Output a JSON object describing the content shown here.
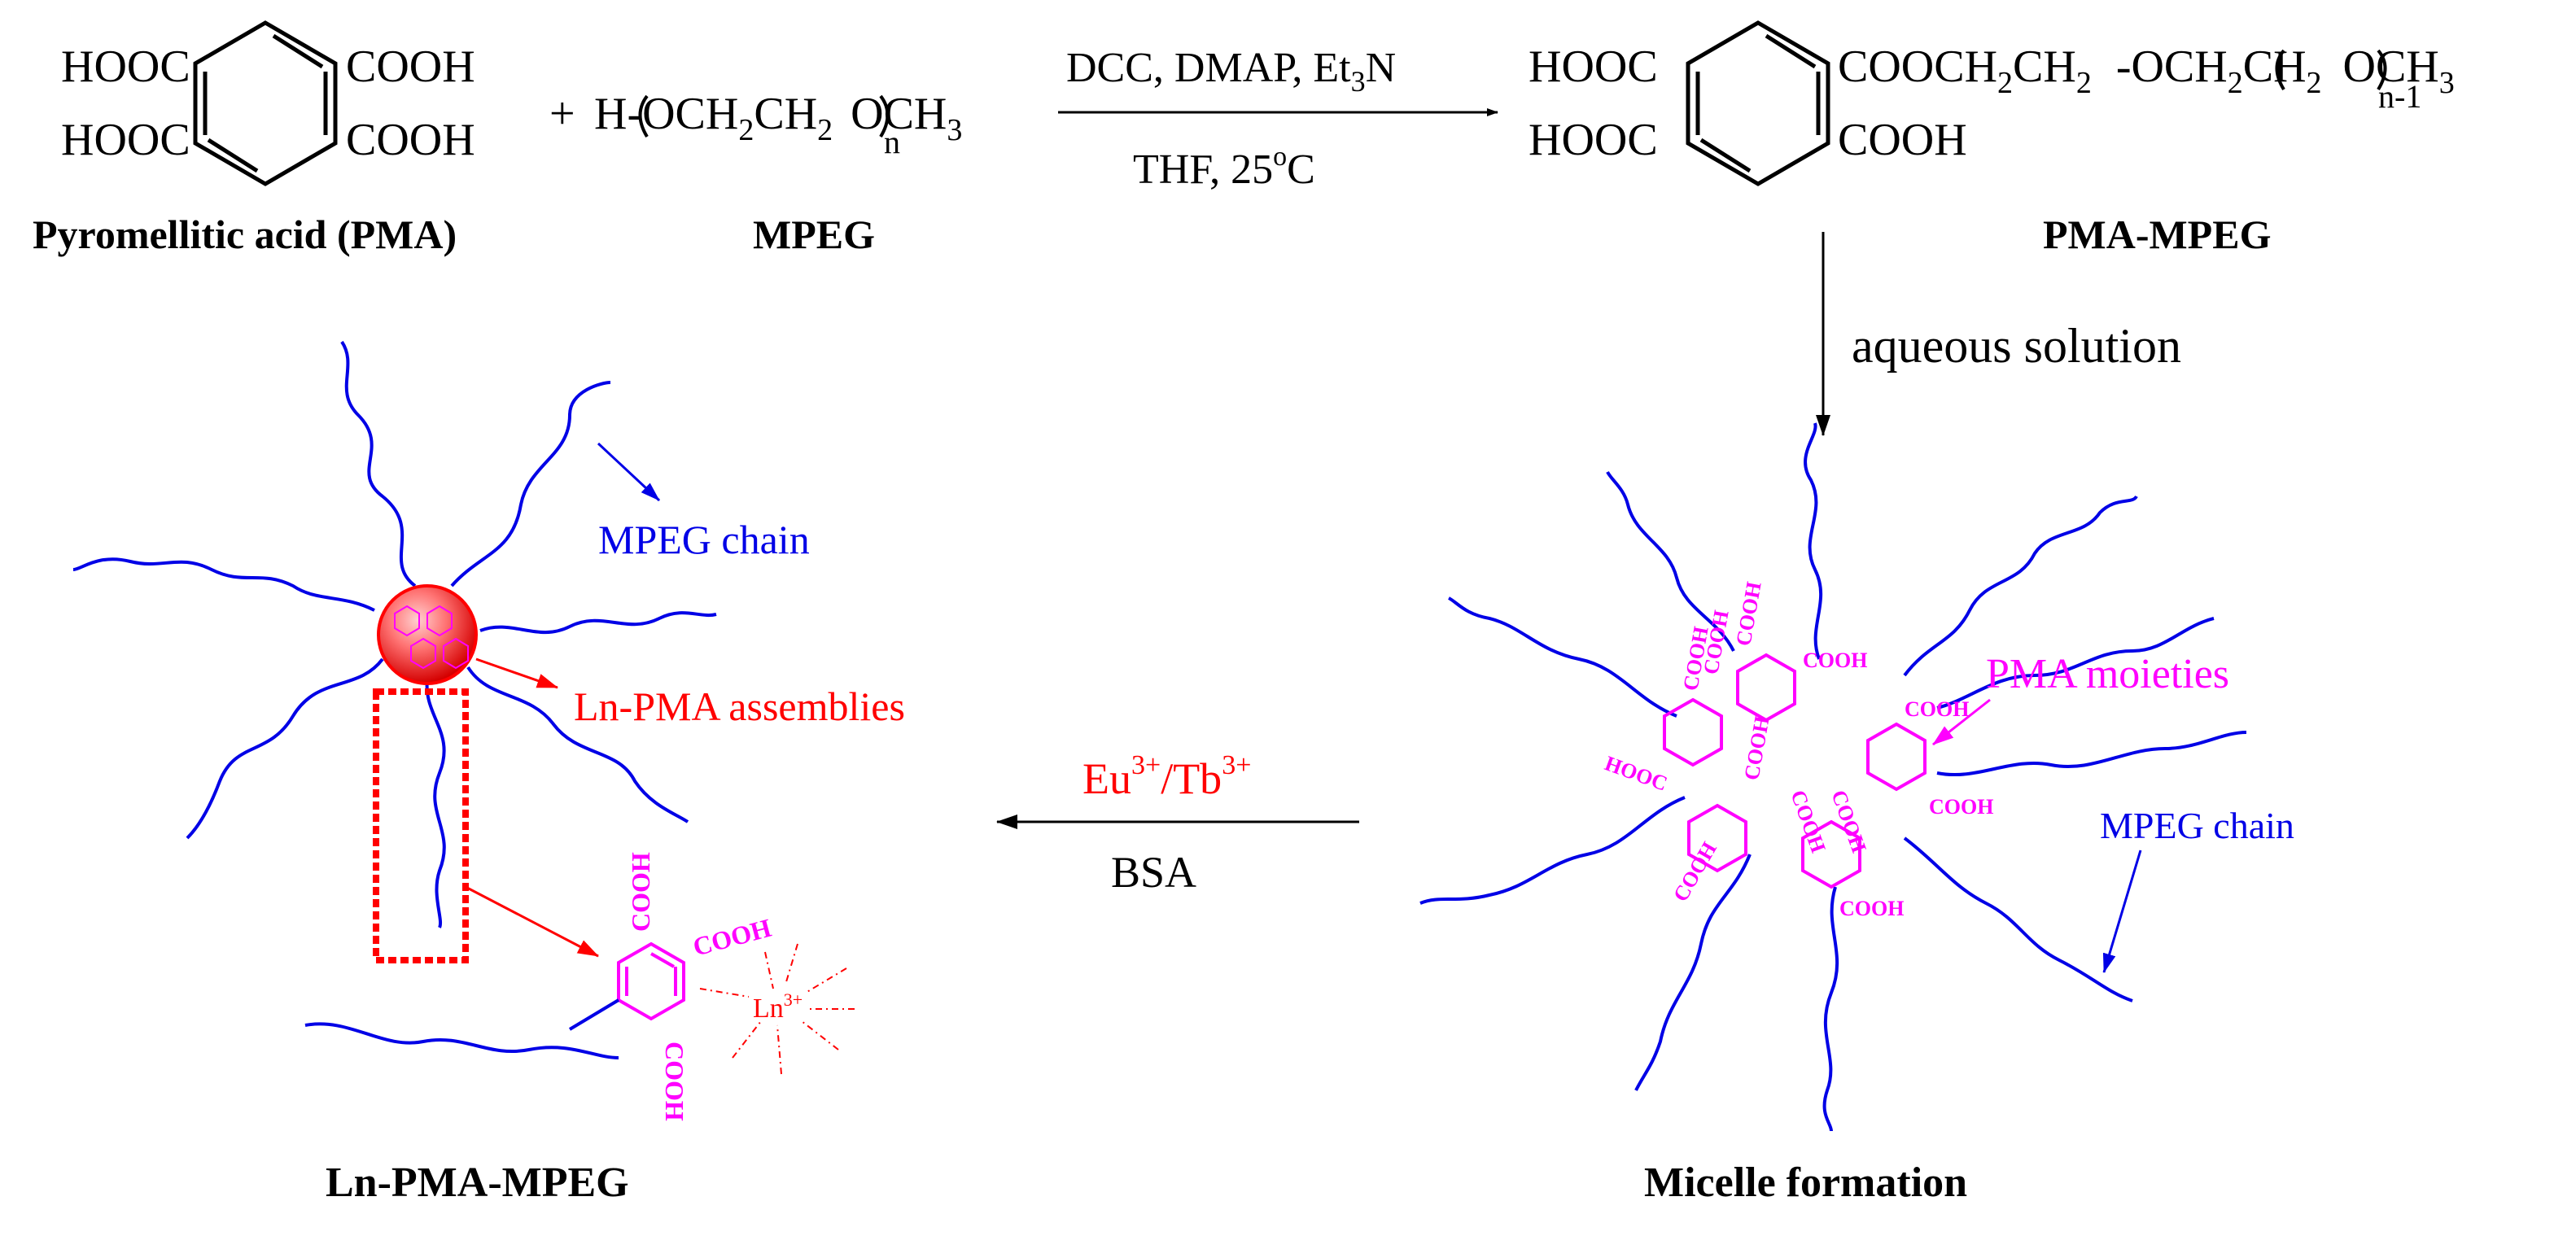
{
  "colors": {
    "ink": "#000000",
    "chain": "#0000e6",
    "pma": "#ff00ff",
    "red": "#ff0000",
    "sphere_core": "#ff7373",
    "sphere_edge": "#e60000"
  },
  "reactants": {
    "pma": {
      "name": "Pyromellitic acid (PMA)",
      "groups": {
        "tl": "HOOC",
        "bl": "HOOC",
        "tr": "COOH",
        "br": "COOH"
      }
    },
    "plus": "+",
    "mpeg": {
      "name": "MPEG",
      "formula": {
        "lead": "H",
        "mid": "OCH",
        "sub2a": "2",
        "ch": "CH",
        "sub2b": "2",
        "n": "n",
        "tail": "OCH",
        "sub3": "3"
      }
    }
  },
  "reaction1": {
    "top": {
      "t1": "DCC, DMAP, Et",
      "sub": "3",
      "t2": "N"
    },
    "bottom": {
      "t1": "THF, 25",
      "sup": "o",
      "t2": "C"
    }
  },
  "product": {
    "name": "PMA-MPEG",
    "groups": {
      "tl": "HOOC",
      "bl": "HOOC",
      "br": "COOH"
    },
    "chain": {
      "a": "COOCH",
      "s1": "2",
      "b": "CH",
      "s2": "2",
      "c": "OCH",
      "s3": "2",
      "d": "CH",
      "s4": "2",
      "sub": "n-1",
      "e": "OCH",
      "s5": "3"
    }
  },
  "step2": {
    "label": "aqueous solution"
  },
  "micelle": {
    "name": "Micelle formation",
    "pma_label": "PMA moieties",
    "chain_label": "MPEG chain",
    "cooh": "COOH",
    "hooc": "HOOC"
  },
  "reaction2": {
    "top": {
      "t1": "Eu",
      "sup1": "3+",
      "t2": "/Tb",
      "sup2": "3+"
    },
    "bottom": "BSA"
  },
  "ln_product": {
    "name": "Ln-PMA-MPEG",
    "chain_label": "MPEG chain",
    "assembly_label": "Ln-PMA assemblies",
    "cooh": "COOH",
    "ion": {
      "t": "Ln",
      "sup": "3+"
    }
  }
}
